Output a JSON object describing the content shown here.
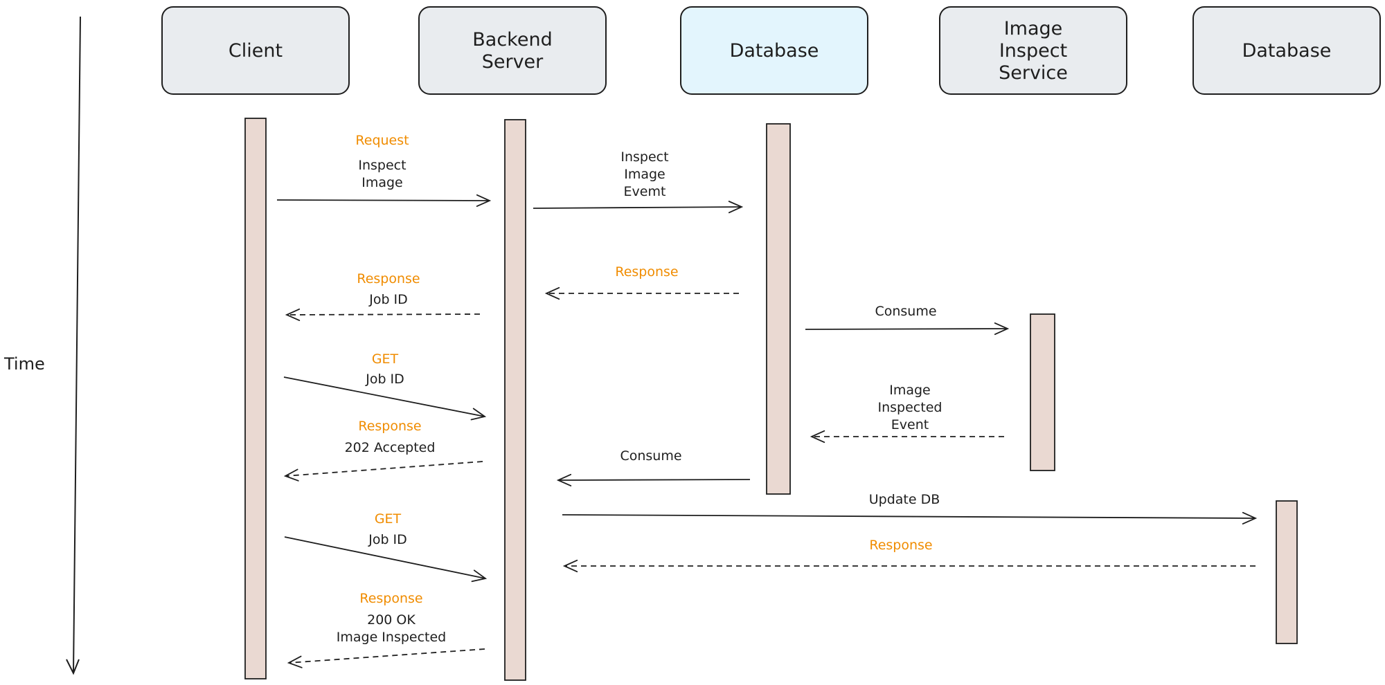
{
  "colors": {
    "actor_fill": "#e9ecef",
    "actor_fill_highlight": "#e3f5fd",
    "activation_fill": "#ead9d2",
    "keyword": "#f08c00",
    "ink": "#1e1e1e"
  },
  "time_axis": {
    "label": "Time"
  },
  "actors": [
    {
      "label_lines": [
        "Client"
      ],
      "highlight": false
    },
    {
      "label_lines": [
        "Backend",
        "Server"
      ],
      "highlight": false
    },
    {
      "label_lines": [
        "Database"
      ],
      "highlight": true
    },
    {
      "label_lines": [
        "Image",
        "Inspect",
        "Service"
      ],
      "highlight": false
    },
    {
      "label_lines": [
        "Database"
      ],
      "highlight": false
    }
  ],
  "messages": [
    {
      "from": "Client",
      "to": "Backend Server",
      "style": "solid",
      "kind": "Request",
      "text_lines": [
        "Inspect",
        "Image"
      ]
    },
    {
      "from": "Backend Server",
      "to": "Database",
      "style": "solid",
      "kind": "",
      "text_lines": [
        "Inspect",
        "Image",
        "Evemt"
      ]
    },
    {
      "from": "Database",
      "to": "Backend Server",
      "style": "dashed",
      "kind": "Response",
      "text_lines": []
    },
    {
      "from": "Backend Server",
      "to": "Client",
      "style": "dashed",
      "kind": "Response",
      "text_lines": [
        "Job ID"
      ]
    },
    {
      "from": "Database",
      "to": "Image Inspect Service",
      "style": "solid",
      "kind": "",
      "text_lines": [
        "Consume"
      ]
    },
    {
      "from": "Client",
      "to": "Backend Server",
      "style": "solid",
      "kind": "GET",
      "text_lines": [
        "Job ID"
      ]
    },
    {
      "from": "Image Inspect Service",
      "to": "Database",
      "style": "dashed",
      "kind": "",
      "text_lines": [
        "Image",
        "Inspected",
        "Event"
      ]
    },
    {
      "from": "Backend Server",
      "to": "Client",
      "style": "dashed",
      "kind": "Response",
      "text_lines": [
        "202 Accepted"
      ]
    },
    {
      "from": "Database",
      "to": "Backend Server",
      "style": "solid",
      "kind": "",
      "text_lines": [
        "Consume"
      ]
    },
    {
      "from": "Backend Server",
      "to": "Database",
      "style": "solid",
      "kind": "",
      "text_lines": [
        "Update DB"
      ]
    },
    {
      "from": "Client",
      "to": "Backend Server",
      "style": "solid",
      "kind": "GET",
      "text_lines": [
        "Job ID"
      ]
    },
    {
      "from": "Database",
      "to": "Backend Server",
      "style": "dashed",
      "kind": "Response",
      "text_lines": []
    },
    {
      "from": "Backend Server",
      "to": "Client",
      "style": "dashed",
      "kind": "Response",
      "text_lines": [
        "200 OK",
        "Image Inspected"
      ]
    }
  ]
}
